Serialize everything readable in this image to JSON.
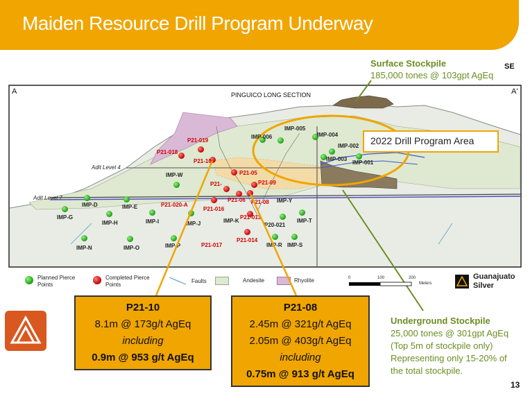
{
  "header": {
    "title": "Maiden Resource Drill Program Underway"
  },
  "surface_stockpile": {
    "title": "Surface Stockpile",
    "detail": "185,000 tones @ 103gpt AgEq"
  },
  "section": {
    "left_label": "A",
    "right_label": "A'",
    "direction": "SE",
    "title": "PINGUICO LONG SECTION",
    "adit4": "Adit Level 4",
    "adit7": "Adit Level 7"
  },
  "drill_program": {
    "label": "2022 Drill Program Area"
  },
  "completed_holes": [
    "P21-019",
    "P21-018",
    "P21-10",
    "P21-05",
    "P21-",
    "P21-09",
    "P21-020-A",
    "P21-016",
    "P21-06",
    "P21-08",
    "P21-013",
    "P21-014",
    "P21-017"
  ],
  "planned_holes": [
    "IMP-005",
    "IMP-006",
    "IMP-004",
    "IMP-002",
    "IMP-003",
    "IMP-001",
    "IMP-W",
    "IMP-D",
    "IMP-E",
    "IMP-G",
    "IMP-H",
    "IMP-I",
    "IMP-J",
    "IMP-K",
    "IMP-T",
    "P20-021",
    "IMP-N",
    "IMP-O",
    "IMP-P",
    "IMP-R",
    "IMP-S",
    "IMP-Y"
  ],
  "legend": {
    "planned": "Planned Pierce Points",
    "completed": "Completed Pierce Points",
    "faults": "Faults",
    "andesite": "Andesite",
    "rhyolite": "Rhyolite",
    "scale_0": "0",
    "scale_100": "100",
    "scale_200": "200",
    "scale_unit": "Meters"
  },
  "brand": {
    "line1": "Guanajuato",
    "line2": "Silver"
  },
  "callout_p21_10": {
    "title": "P21-10",
    "line1": "8.1m @ 173g/t AgEq",
    "line2": "including",
    "line3": "0.9m @ 953 g/t AgEq"
  },
  "callout_p21_08": {
    "title": "P21-08",
    "line1": "2.45m @ 321g/t AgEq",
    "line2": "2.05m @ 403g/t AgEq",
    "line3": "including",
    "line4": "0.75m @ 913 g/t AgEq"
  },
  "underground_stockpile": {
    "title": "Underground  Stockpile",
    "line1": "25,000 tones @ 301gpt AgEq",
    "line2": "(Top 5m of stockpile only)",
    "line3": "Representing only 15-20% of",
    "line4": "the total stockpile."
  },
  "page_number": "13",
  "colors": {
    "accent": "#f0a500",
    "green_text": "#6a8e23",
    "logo": "#d9581f"
  }
}
